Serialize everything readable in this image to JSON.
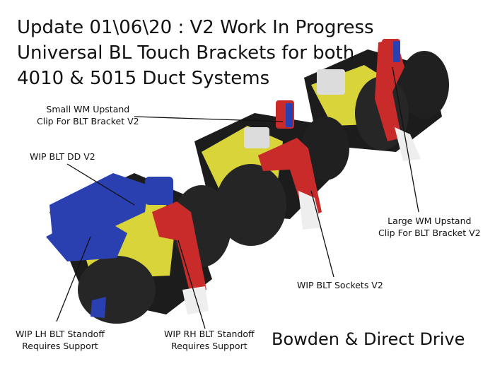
{
  "title": {
    "line1": "Update 01\\06\\20 : V2 Work In Progress",
    "line2": "Universal BL Touch Brackets for both",
    "line3": "4010 & 5015 Duct Systems"
  },
  "labels": {
    "small_wm_line1": "Small WM Upstand",
    "small_wm_line2": "Clip For BLT Bracket V2",
    "wip_blt_dd": "WIP BLT DD V2",
    "large_wm_line1": "Large WM Upstand",
    "large_wm_line2": "Clip For BLT Bracket V2",
    "sockets": "WIP BLT Sockets V2",
    "lh_line1": "WIP LH BLT Standoff",
    "lh_line2": "Requires Support",
    "rh_line1": "WIP RH BLT Standoff",
    "rh_line2": "Requires Support"
  },
  "footer": {
    "drive": "Bowden & Direct Drive"
  },
  "colors": {
    "background": "#ffffff",
    "blue_part": "#2a3fb0",
    "red_part": "#c92a2a",
    "yellow_part": "#d8d43a",
    "black_part": "#1c1c1c",
    "white_part": "#eeeeee"
  }
}
